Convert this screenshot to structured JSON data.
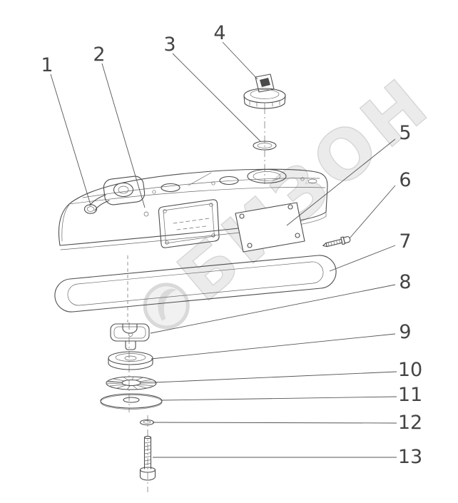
{
  "watermark": {
    "text": "БИЗОН"
  },
  "diagram": {
    "type": "exploded-parts-diagram",
    "subject": "cylinder-head-cover-assembly",
    "callouts": [
      {
        "label": "1"
      },
      {
        "label": "2"
      },
      {
        "label": "3"
      },
      {
        "label": "4"
      },
      {
        "label": "5"
      },
      {
        "label": "6"
      },
      {
        "label": "7"
      },
      {
        "label": "8"
      },
      {
        "label": "9"
      },
      {
        "label": "10"
      },
      {
        "label": "11"
      },
      {
        "label": "12"
      },
      {
        "label": "13"
      }
    ]
  }
}
